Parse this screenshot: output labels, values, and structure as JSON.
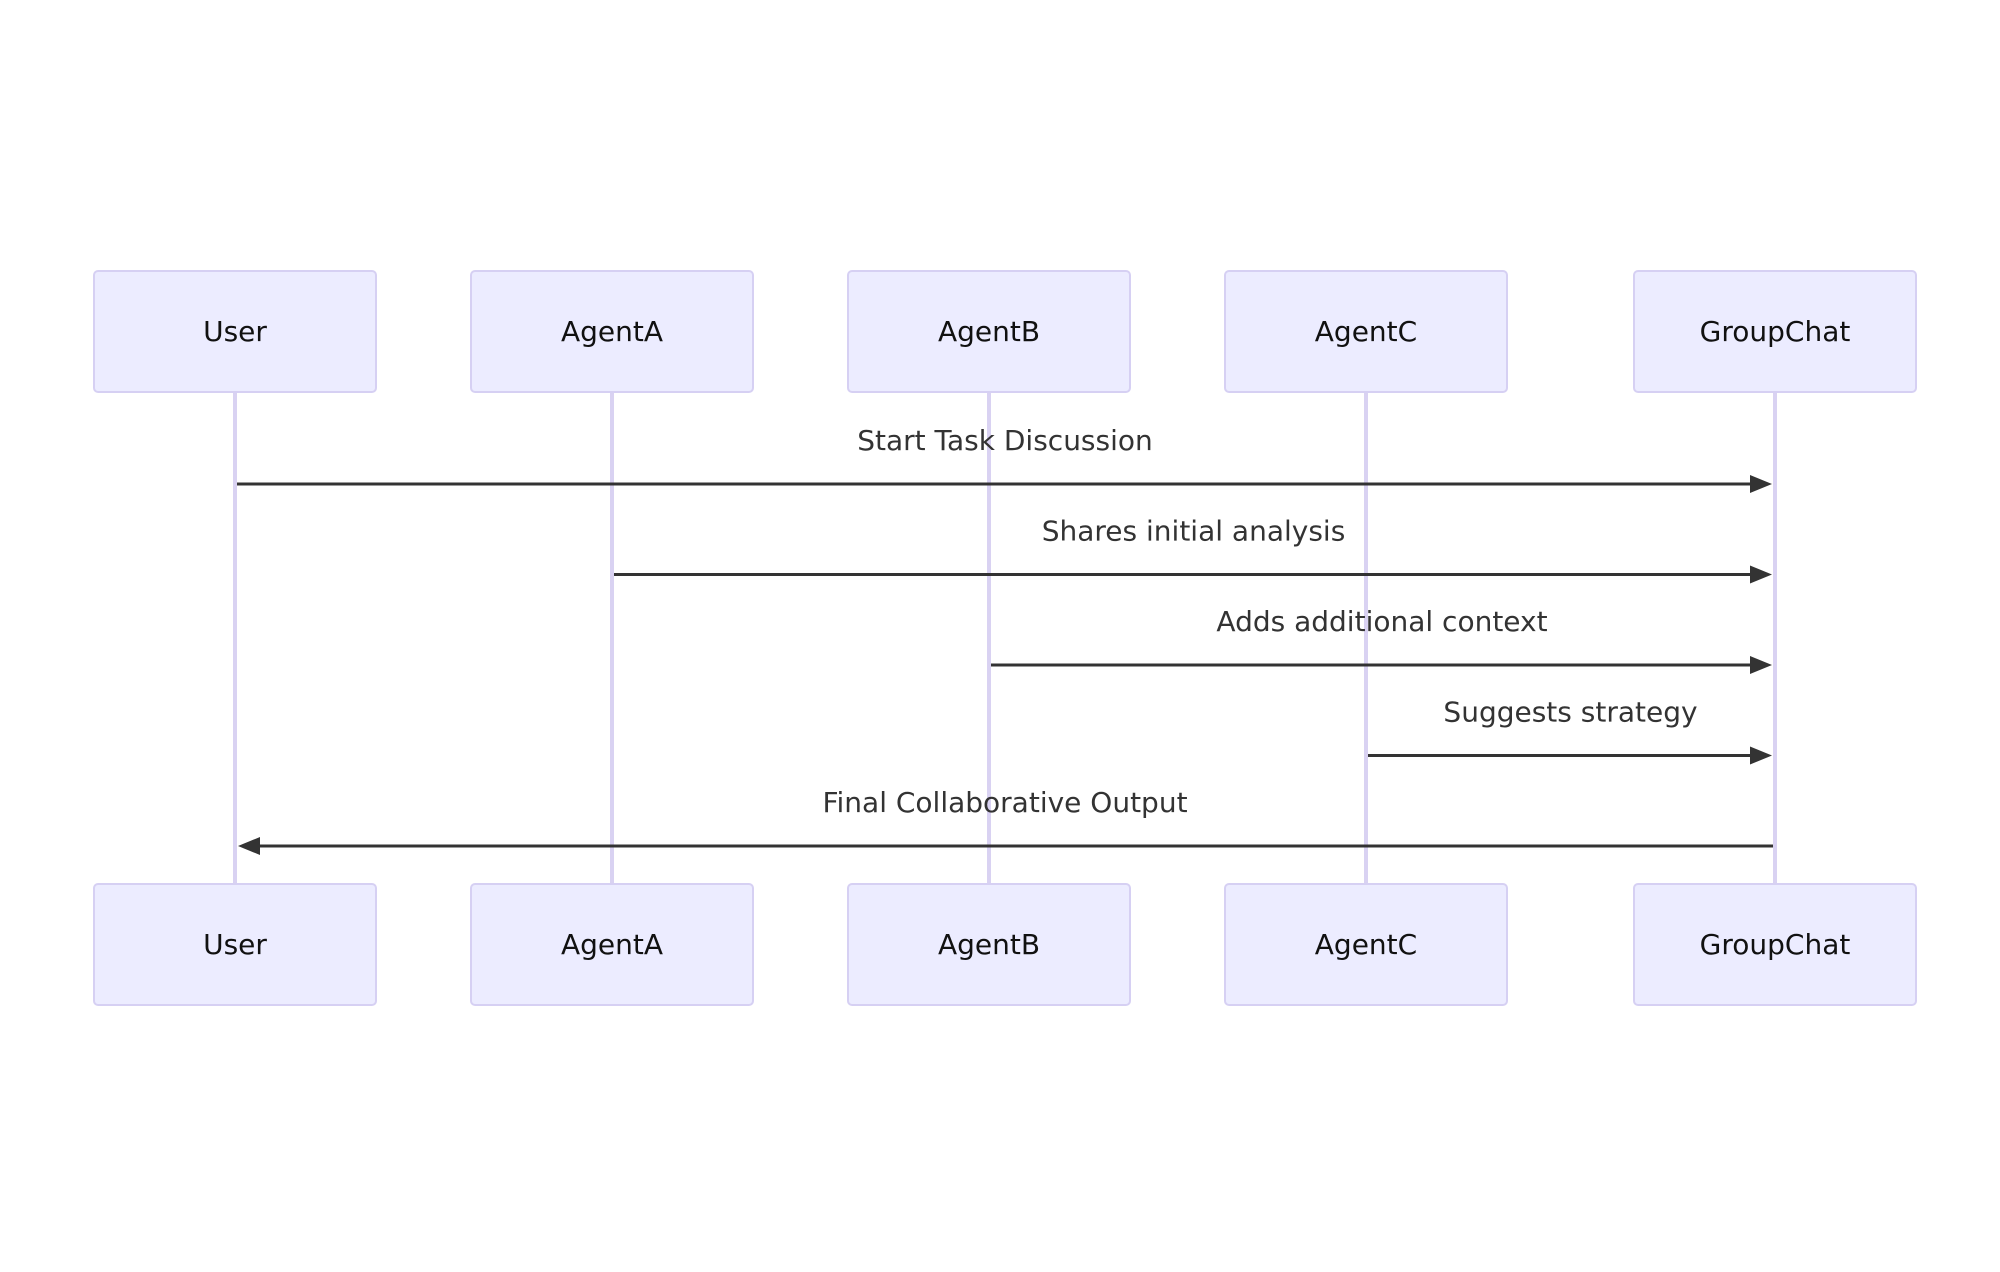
{
  "participants": [
    "User",
    "AgentA",
    "AgentB",
    "AgentC",
    "GroupChat"
  ],
  "messages": [
    {
      "from": "User",
      "to": "GroupChat",
      "label": "Start Task Discussion"
    },
    {
      "from": "AgentA",
      "to": "GroupChat",
      "label": "Shares initial analysis"
    },
    {
      "from": "AgentB",
      "to": "GroupChat",
      "label": "Adds additional context"
    },
    {
      "from": "AgentC",
      "to": "GroupChat",
      "label": "Suggests strategy"
    },
    {
      "from": "GroupChat",
      "to": "User",
      "label": "Final Collaborative Output"
    }
  ],
  "colors": {
    "actor_fill": "#ececff",
    "actor_border": "#d6d0f3",
    "lifeline": "#d9d2f2",
    "arrow": "#333333",
    "text": "#333333"
  }
}
